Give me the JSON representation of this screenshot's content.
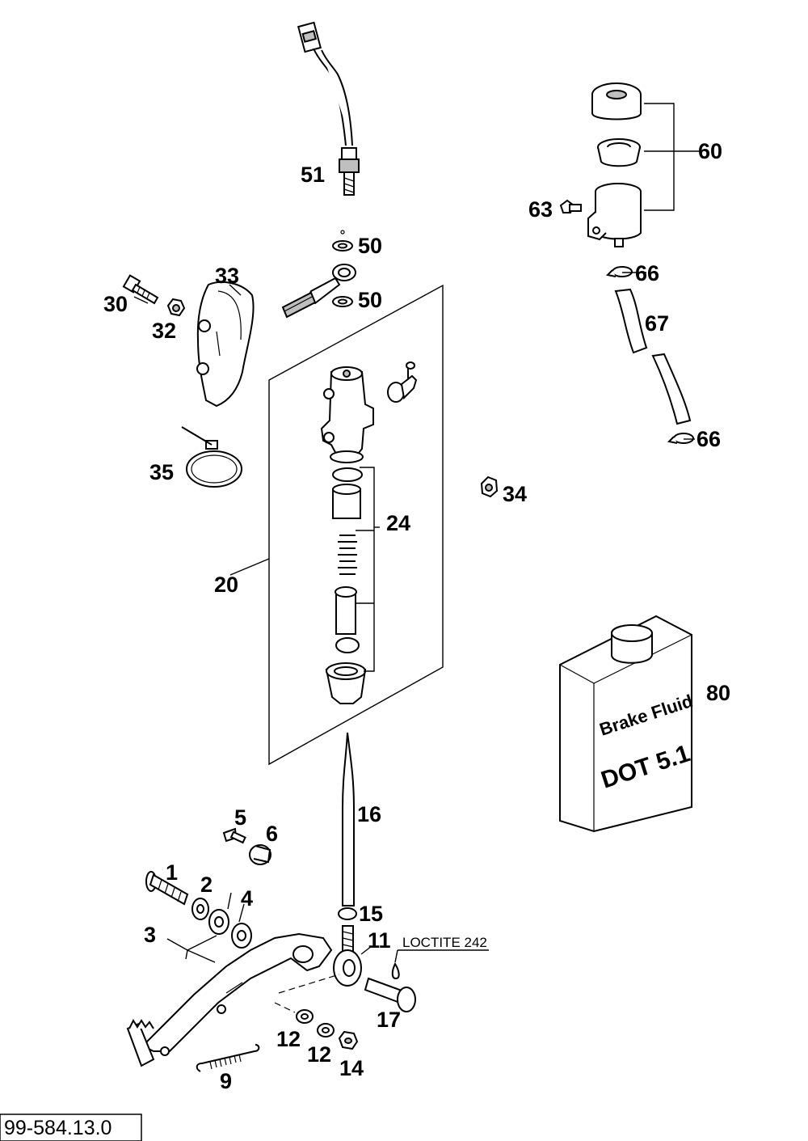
{
  "diagram": {
    "reference_number": "99-584.13.0",
    "note": "LOCTITE 242",
    "fluid_container": {
      "line1": "Brake Fluid",
      "line2": "DOT 5.1"
    },
    "labels": {
      "p1": "1",
      "p2": "2",
      "p3": "3",
      "p4": "4",
      "p5": "5",
      "p6": "6",
      "p9": "9",
      "p11": "11",
      "p12a": "12",
      "p12b": "12",
      "p14": "14",
      "p15": "15",
      "p16": "16",
      "p17": "17",
      "p20": "20",
      "p24": "24",
      "p30": "30",
      "p32": "32",
      "p33": "33",
      "p34": "34",
      "p35": "35",
      "p50a": "50",
      "p50b": "50",
      "p51": "51",
      "p60": "60",
      "p63": "63",
      "p66a": "66",
      "p66b": "66",
      "p67": "67",
      "p80": "80"
    }
  }
}
